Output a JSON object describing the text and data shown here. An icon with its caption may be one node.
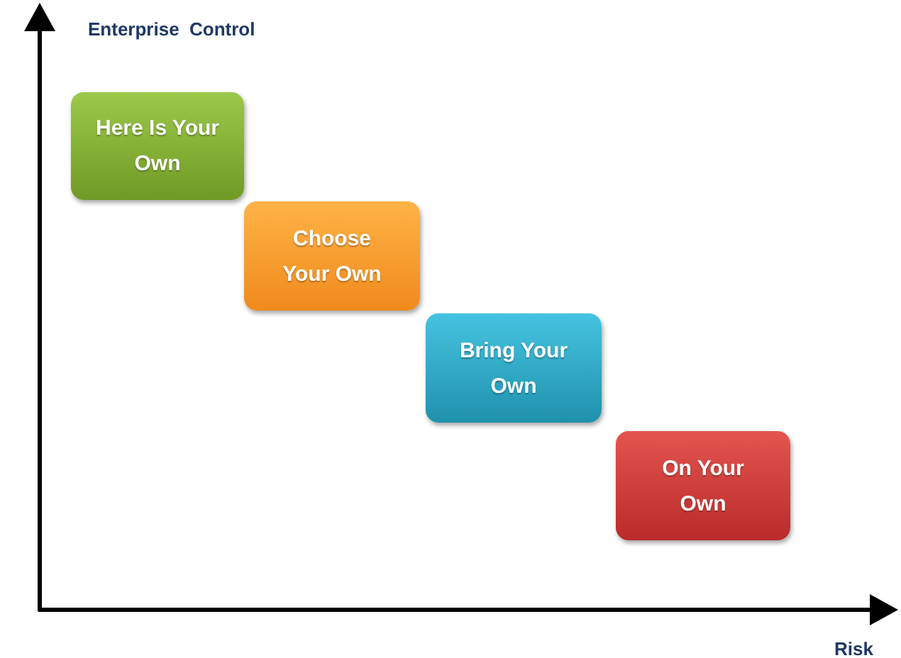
{
  "diagram": {
    "nodes": [
      {
        "text": [
          "Here Is Your Own"
        ]
      },
      {
        "text": [
          "Choose Your Own"
        ]
      },
      {
        "text": [
          "Bring Your Own"
        ]
      },
      {
        "text": [
          "On Your Own"
        ]
      }
    ],
    "labels": [
      "Enterprise  Control",
      "Risk"
    ]
  }
}
